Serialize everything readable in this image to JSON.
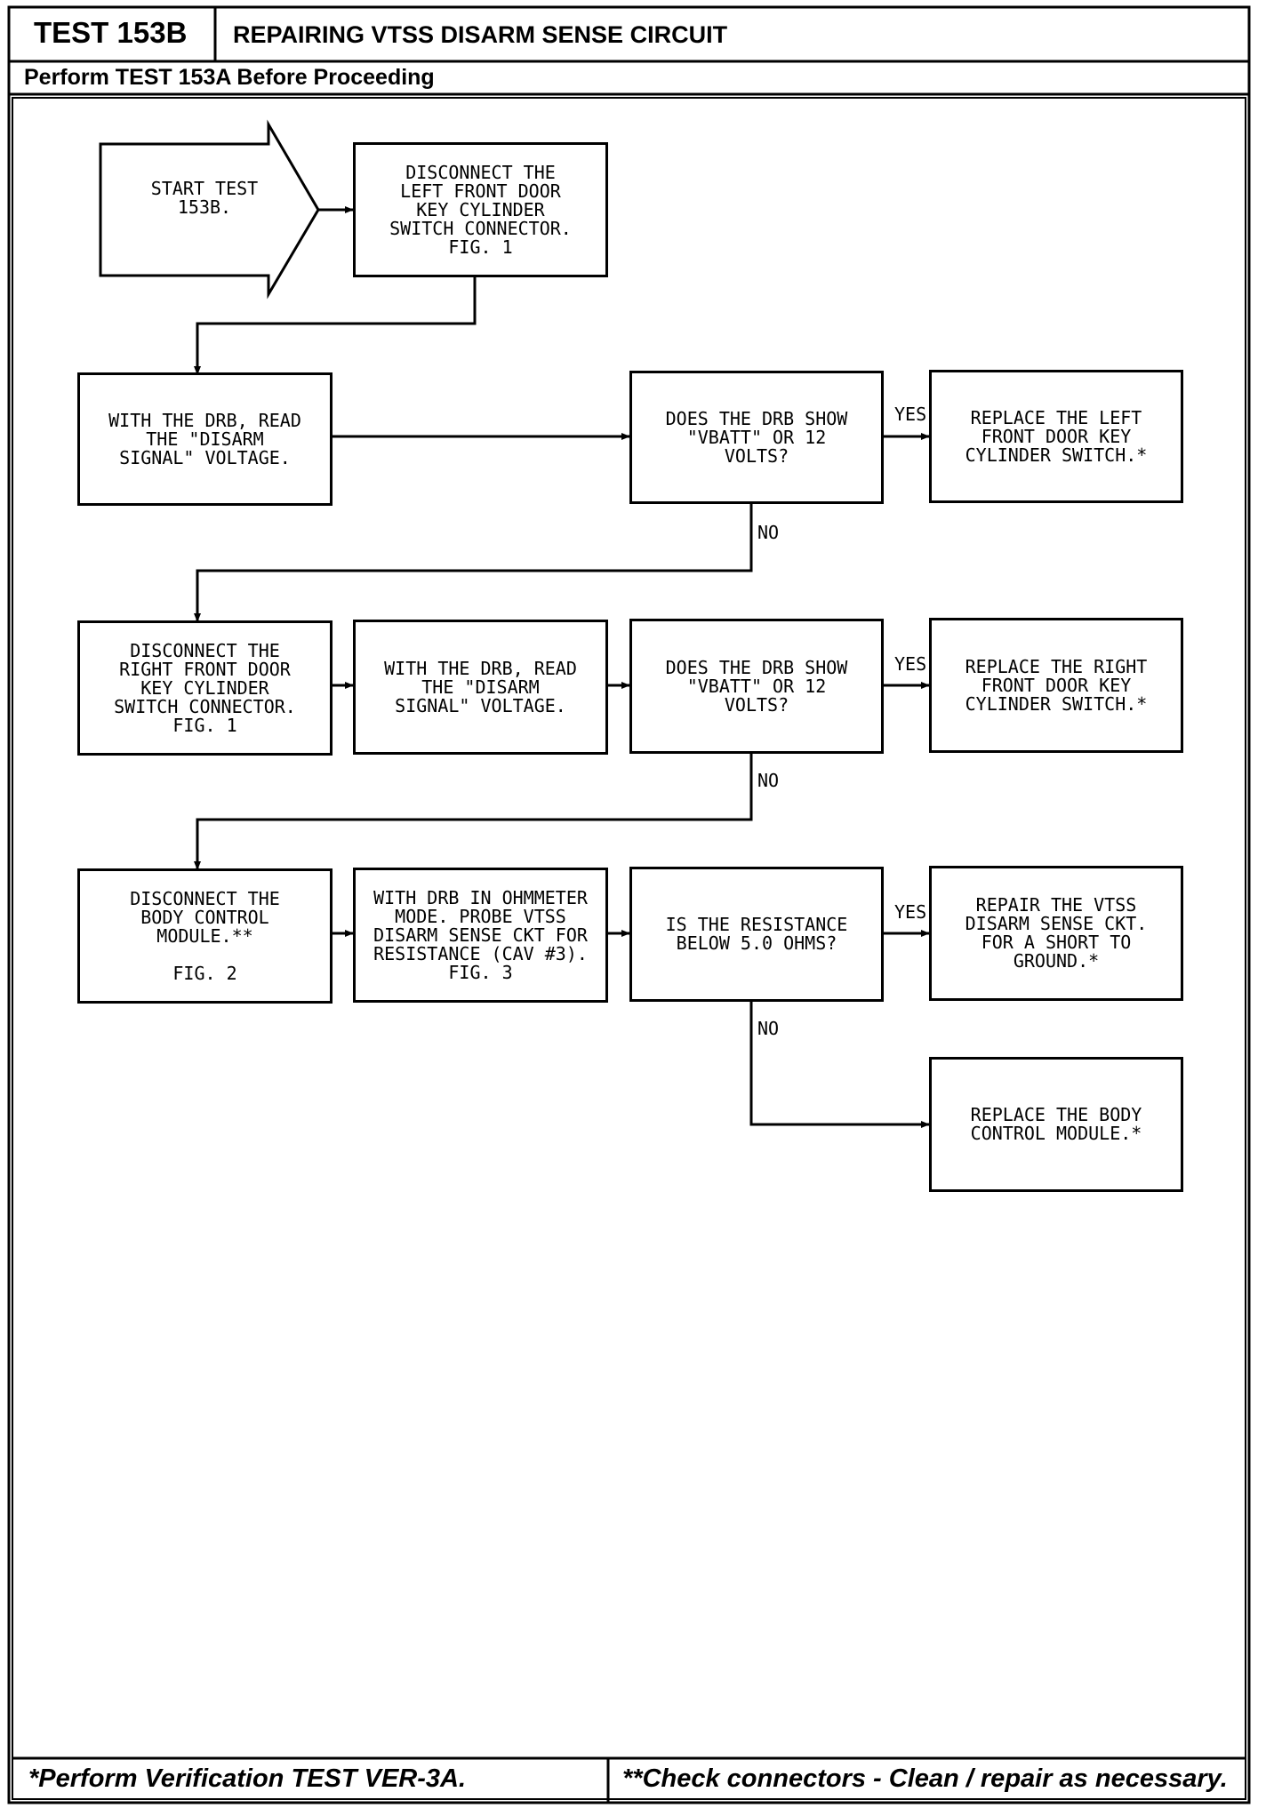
{
  "header": {
    "test_id": "TEST 153B",
    "title": "REPAIRING VTSS DISARM SENSE CIRCUIT",
    "subtitle": "Perform TEST 153A Before Proceeding"
  },
  "flowchart": {
    "start": "START TEST\n153B.",
    "nodes": {
      "n1": "DISCONNECT THE\nLEFT FRONT DOOR\nKEY CYLINDER\nSWITCH CONNECTOR.\nFIG. 1",
      "n2": "WITH THE DRB, READ\nTHE \"DISARM\nSIGNAL\" VOLTAGE.",
      "n3": "DOES THE DRB SHOW\n\"VBATT\" OR 12\nVOLTS?",
      "n4": "REPLACE THE LEFT\nFRONT DOOR KEY\nCYLINDER SWITCH.*",
      "n5": "DISCONNECT THE\nRIGHT FRONT DOOR\nKEY CYLINDER\nSWITCH CONNECTOR.\nFIG. 1",
      "n6": "WITH THE DRB, READ\nTHE \"DISARM\nSIGNAL\" VOLTAGE.",
      "n7": "DOES THE DRB SHOW\n\"VBATT\" OR 12\nVOLTS?",
      "n8": "REPLACE THE RIGHT\nFRONT DOOR KEY\nCYLINDER SWITCH.*",
      "n9": "DISCONNECT THE\nBODY CONTROL\nMODULE.**\n\nFIG. 2",
      "n10": "WITH DRB IN OHMMETER\nMODE. PROBE VTSS\nDISARM SENSE CKT FOR\nRESISTANCE (CAV #3).\nFIG. 3",
      "n11": "IS THE RESISTANCE\nBELOW 5.0 OHMS?",
      "n12": "REPAIR THE VTSS\nDISARM SENSE CKT.\nFOR A SHORT TO\nGROUND.*",
      "n13": "REPLACE THE BODY\nCONTROL MODULE.*"
    },
    "labels": {
      "yes1": "YES",
      "no1": "NO",
      "yes2": "YES",
      "no2": "NO",
      "yes3": "YES",
      "no3": "NO"
    }
  },
  "footer": {
    "left": "*Perform Verification TEST VER-3A.",
    "right": "**Check connectors - Clean / repair as necessary."
  }
}
